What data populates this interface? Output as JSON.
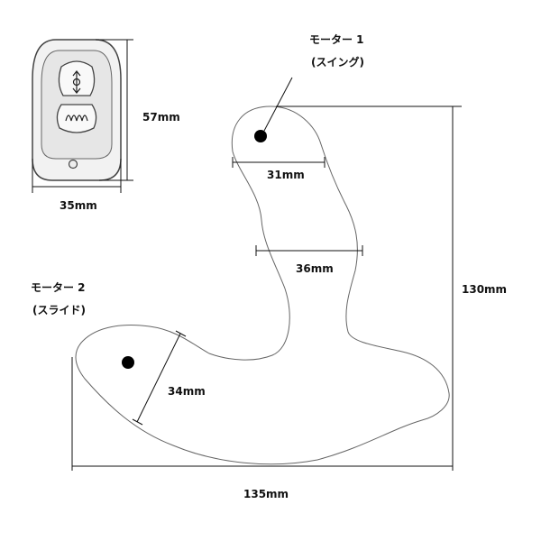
{
  "remote": {
    "height_label": "57mm",
    "width_label": "35mm"
  },
  "device": {
    "motor1": {
      "name": "モーター 1",
      "function": "(スイング)"
    },
    "motor2": {
      "name": "モーター 2",
      "function": "(スライド)"
    },
    "head_width_label": "31mm",
    "neck_width_label": "36mm",
    "base_width_label": "34mm",
    "total_height_label": "130mm",
    "total_length_label": "135mm"
  },
  "colors": {
    "outline": "#555555",
    "dim_line": "#111111",
    "dot": "#000000"
  }
}
